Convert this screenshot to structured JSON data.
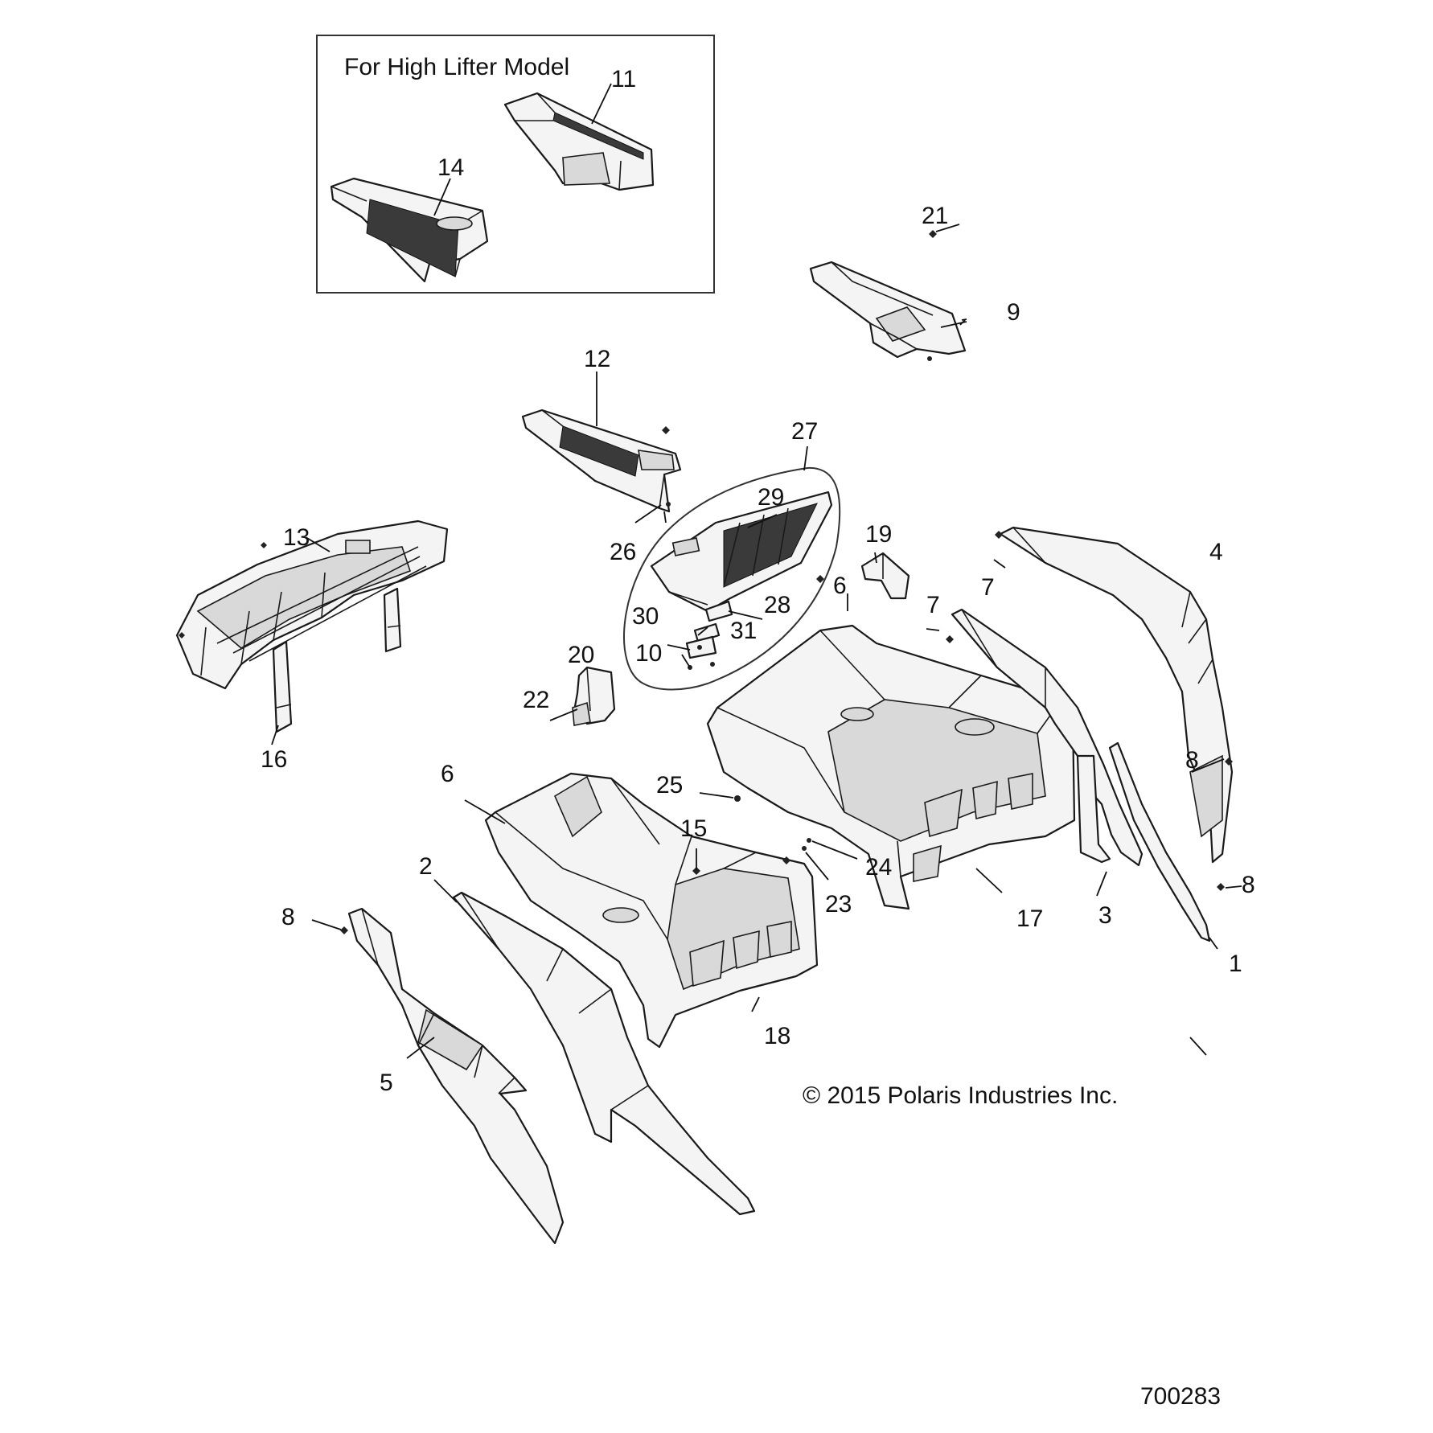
{
  "inset_title": "For High Lifter Model",
  "copyright": "© 2015 Polaris Industries Inc.",
  "diagram_number": "700283",
  "callouts": {
    "c1": "1",
    "c2": "2",
    "c3": "3",
    "c4": "4",
    "c5": "5",
    "c6a": "6",
    "c6b": "6",
    "c7a": "7",
    "c7b": "7",
    "c8a": "8",
    "c8b": "8",
    "c8c": "8",
    "c9": "9",
    "c10": "10",
    "c11": "11",
    "c12": "12",
    "c13": "13",
    "c14": "14",
    "c15": "15",
    "c16": "16",
    "c17": "17",
    "c18": "18",
    "c19": "19",
    "c20": "20",
    "c21": "21",
    "c22": "22",
    "c23": "23",
    "c24": "24",
    "c25": "25",
    "c26": "26",
    "c27": "27",
    "c28": "28",
    "c29": "29",
    "c30": "30",
    "c31": "31"
  }
}
